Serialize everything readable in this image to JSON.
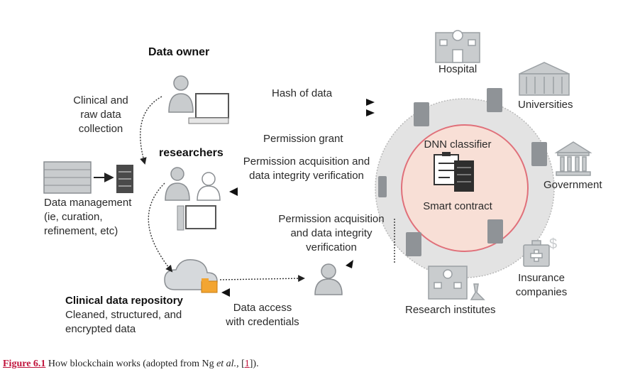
{
  "labels": {
    "data_owner": "Data owner",
    "clinical_collection": [
      "Clinical and",
      "raw data",
      "collection"
    ],
    "researchers": "researchers",
    "data_management": [
      "Data management",
      "(ie, curation,",
      "refinement, etc)"
    ],
    "repository_title": "Clinical data repository",
    "repository_desc": [
      "Cleaned, structured, and",
      "encrypted data"
    ],
    "data_access": [
      "Data access",
      "with credentials"
    ],
    "hash_of_data": "Hash of data",
    "permission_grant": "Permission grant",
    "permission_acq_top": [
      "Permission acquisition and",
      "data integrity verification"
    ],
    "permission_acq_bottom": [
      "Permission acquisition",
      "and data integrity",
      "verification"
    ],
    "dnn_classifier": "DNN classifier",
    "smart_contract": "Smart contract",
    "hospital": "Hospital",
    "universities": "Universities",
    "government": "Government",
    "insurance": [
      "Insurance",
      "companies"
    ],
    "research_institutes": "Research institutes"
  },
  "caption": {
    "figure_label": "Figure 6.1",
    "text_before": " How blockchain works (adopted from Ng ",
    "et_al": "et al.",
    "text_mid": ", [",
    "ref": "1",
    "text_after": "])."
  },
  "colors": {
    "outer_ring": "#e3e3e3",
    "ring_border": "#b9b9b9",
    "inner_circle": "#f8dfd6",
    "inner_border": "#e0707a",
    "icon_gray": "#8a8e92",
    "icon_light": "#c9ccce",
    "folder_orange": "#f3a531",
    "caption_red": "#c0143c"
  }
}
